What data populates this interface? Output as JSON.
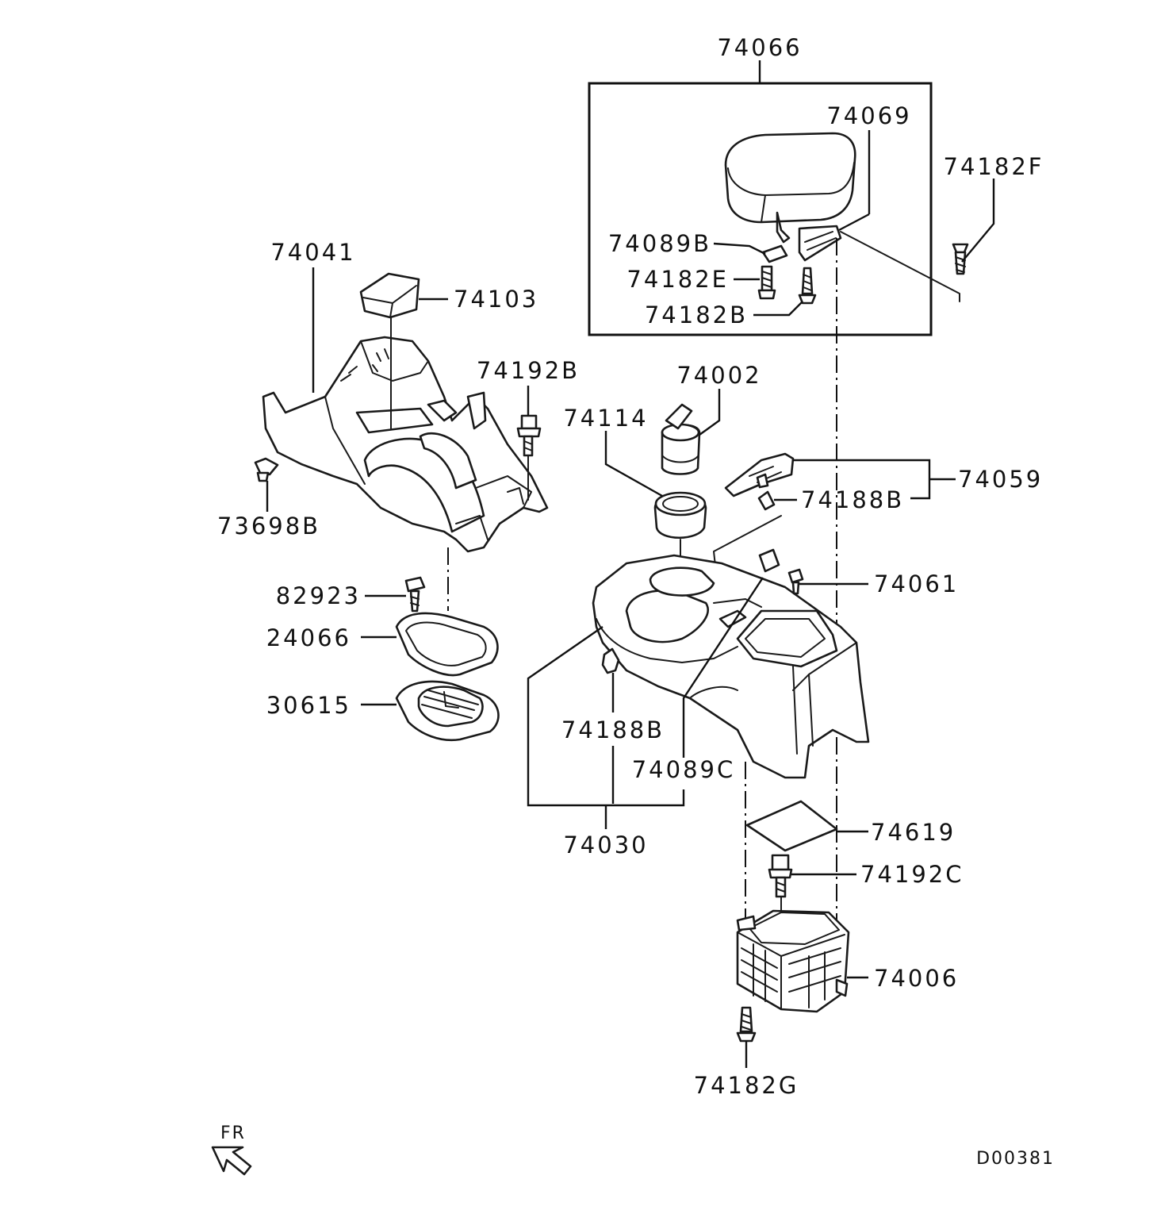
{
  "diagram_id": "D00381",
  "direction_label": "FR",
  "callouts": {
    "p74066": "74066",
    "p74069": "74069",
    "p74182F": "74182F",
    "p74089B": "74089B",
    "p74182E": "74182E",
    "p74182B": "74182B",
    "p74041": "74041",
    "p74103": "74103",
    "p74192B": "74192B",
    "p74002": "74002",
    "p74114": "74114",
    "p74059": "74059",
    "p74188B_top": "74188B",
    "p73698B": "73698B",
    "p74061": "74061",
    "p82923": "82923",
    "p24066": "24066",
    "p30615": "30615",
    "p74188B_lower": "74188B",
    "p74089C": "74089C",
    "p74030": "74030",
    "p74619": "74619",
    "p74192C": "74192C",
    "p74006": "74006",
    "p74182G": "74182G"
  }
}
